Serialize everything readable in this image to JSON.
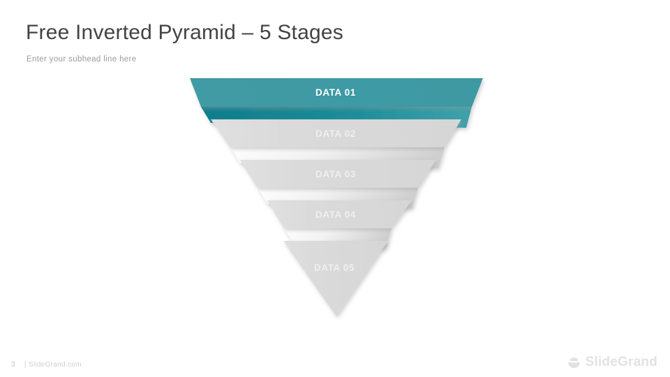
{
  "slide": {
    "title": "Free Inverted Pyramid – 5 Stages",
    "subhead": "Enter your subhead line here"
  },
  "colors": {
    "accent_teal": "#3f9ba5",
    "accent_teal_dark": "#11818f",
    "stage_gray": "#d9d9d9",
    "stage_gray_top": "#f3f3f3",
    "title_gray": "#434343",
    "subhead_gray": "#9a9a9a",
    "footer_gray": "#c9c9c9",
    "label_active": "#ffffff",
    "label_muted": "#efefef"
  },
  "diagram": {
    "type": "inverted-pyramid-funnel",
    "stage_count": 5,
    "stages": [
      {
        "index": 1,
        "label": "DATA 01",
        "active": true,
        "fill": "#3f9ba5",
        "side_fill": "#11818f",
        "label_color": "#ffffff"
      },
      {
        "index": 2,
        "label": "DATA 02",
        "active": false,
        "fill": "#d9d9d9",
        "side_fill": "#f0f0f0",
        "label_color": "#efefef"
      },
      {
        "index": 3,
        "label": "DATA 03",
        "active": false,
        "fill": "#d9d9d9",
        "side_fill": "#f0f0f0",
        "label_color": "#efefef"
      },
      {
        "index": 4,
        "label": "DATA 04",
        "active": false,
        "fill": "#d9d9d9",
        "side_fill": "#f0f0f0",
        "label_color": "#efefef"
      },
      {
        "index": 5,
        "label": "DATA 05",
        "active": false,
        "fill": "#d9d9d9",
        "side_fill": "#f0f0f0",
        "label_color": "#efefef"
      }
    ]
  },
  "footer": {
    "page_number": "3",
    "site": "| SlideGrand.com",
    "brand_name": "SlideGrand",
    "brand_icon": "slidegrand-bowl-logo-icon"
  }
}
